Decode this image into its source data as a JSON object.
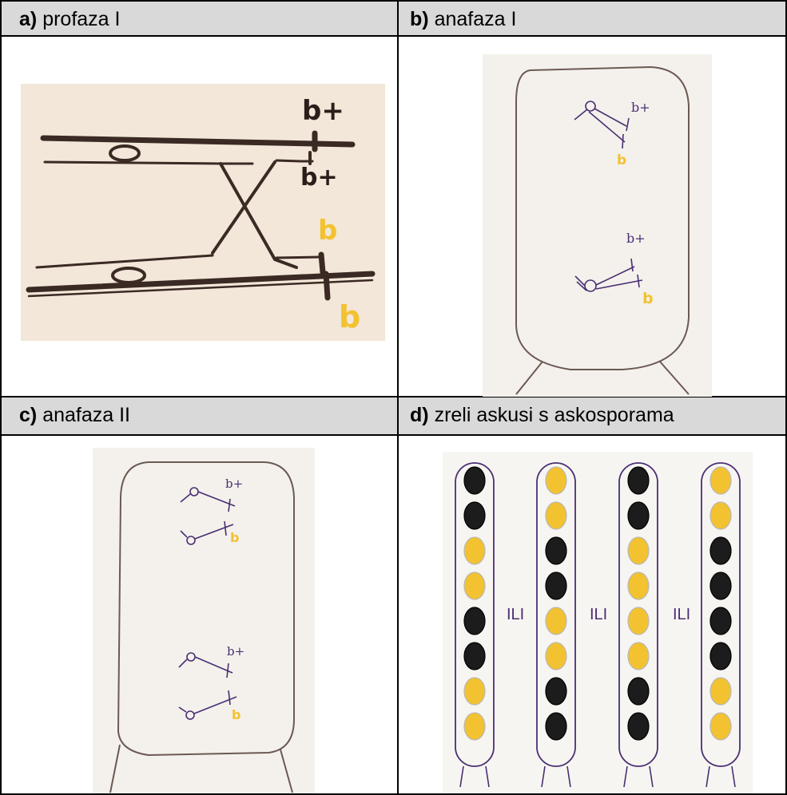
{
  "panels": {
    "a": {
      "letter": "a)",
      "title": "profaza I"
    },
    "b": {
      "letter": "b)",
      "title": "anafaza I"
    },
    "c": {
      "letter": "c)",
      "title": "anafaza II"
    },
    "d": {
      "letter": "d)",
      "title": "zreli askusi s askosporama"
    }
  },
  "labels": {
    "b_plus": "b+",
    "b": "b",
    "separator": "ILI"
  },
  "colors": {
    "header_bg": "#d9d9d9",
    "pencil": "#3b2a24",
    "purple_ink": "#4a2f73",
    "yellow": "#f2c230",
    "spore_black": "#1c1c1c"
  },
  "asci": [
    [
      "black",
      "black",
      "yellow",
      "yellow",
      "black",
      "black",
      "yellow",
      "yellow"
    ],
    [
      "yellow",
      "yellow",
      "black",
      "black",
      "yellow",
      "yellow",
      "black",
      "black"
    ],
    [
      "black",
      "black",
      "yellow",
      "yellow",
      "yellow",
      "yellow",
      "black",
      "black"
    ],
    [
      "yellow",
      "yellow",
      "black",
      "black",
      "black",
      "black",
      "yellow",
      "yellow"
    ]
  ]
}
